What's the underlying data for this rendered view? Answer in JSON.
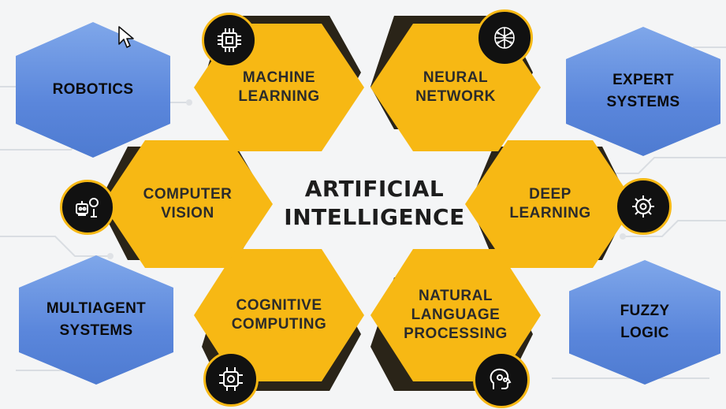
{
  "title": "ARTIFICIAL\nINTELLIGENCE",
  "nodes": {
    "machine_learning": "MACHINE\nLEARNING",
    "neural_network": "NEURAL\nNETWORK",
    "computer_vision": "COMPUTER\nVISION",
    "deep_learning": "DEEP\nLEARNING",
    "cognitive_computing": "COGNITIVE\nCOMPUTING",
    "natural_language_processing": "NATURAL\nLANGUAGE\nPROCESSING"
  },
  "extra_nodes": {
    "robotics": "ROBOTICS",
    "expert_systems": "EXPERT\nSYSTEMS",
    "multiagent_systems": "MULTIAGENT\nSYSTEMS",
    "fuzzy_logic": "FUZZY\nLOGIC"
  },
  "icons": {
    "machine_learning": "chip-icon",
    "neural_network": "brain-network-icon",
    "computer_vision": "robot-eye-icon",
    "deep_learning": "brain-gear-icon",
    "cognitive_computing": "processor-icon",
    "natural_language_processing": "head-gears-icon"
  },
  "colors": {
    "hex_yellow": "#f7b814",
    "hex_blue": "#5a86db",
    "badge": "#111111",
    "text": "#2b2b2b"
  }
}
